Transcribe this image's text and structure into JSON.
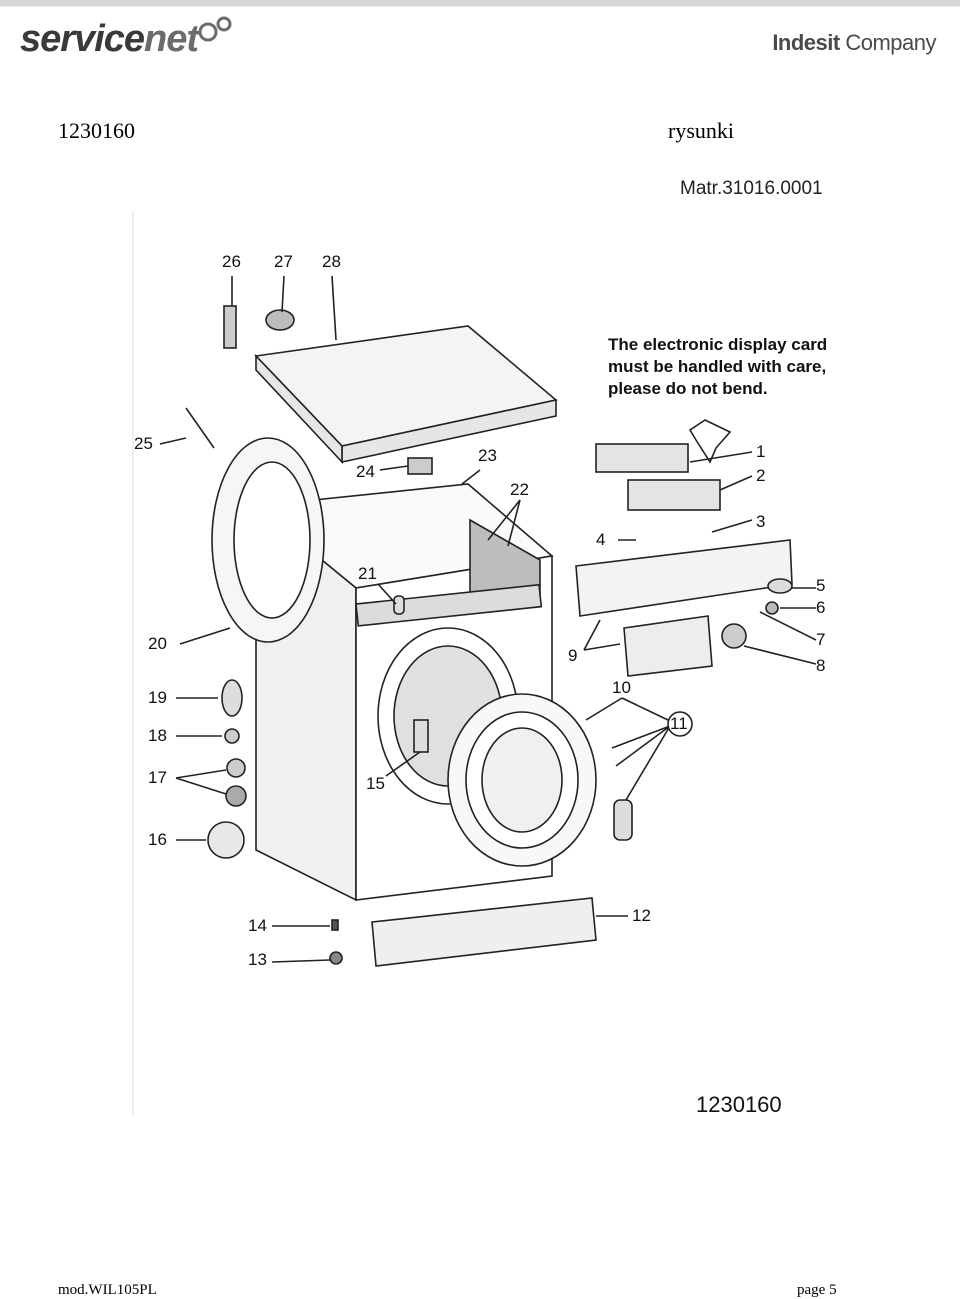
{
  "header": {
    "brand_left_a": "service",
    "brand_left_b": "net",
    "brand_right_a": "Indesit",
    "brand_right_b": "Company"
  },
  "doc": {
    "code": "1230160",
    "label": "rysunki",
    "matr": "Matr.31016.0001"
  },
  "notice": "The electronic display card must be handled with care, please do not bend.",
  "drawing_code": "1230160",
  "parts": [
    "26",
    "27",
    "28",
    "25",
    "24",
    "23",
    "22",
    "21",
    "20",
    "19",
    "18",
    "17",
    "16",
    "15",
    "14",
    "13",
    "12",
    "11",
    "10",
    "9",
    "8",
    "7",
    "6",
    "5",
    "4",
    "3",
    "2",
    "1"
  ],
  "footer": {
    "model": "mod.WIL105PL",
    "page": "page 5"
  }
}
